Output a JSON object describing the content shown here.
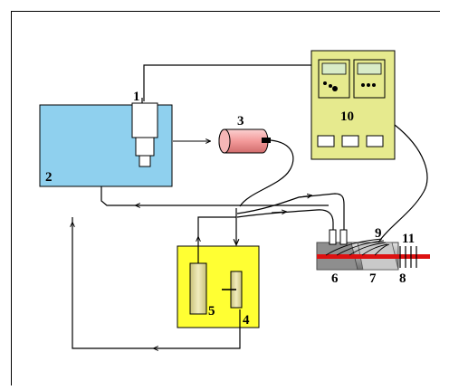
{
  "diagram": {
    "labels": {
      "l1": "1",
      "l2": "2",
      "l3": "3",
      "l4": "4",
      "l5": "5",
      "l6": "6",
      "l7": "7",
      "l8": "8",
      "l9": "9",
      "l10": "10",
      "l11": "11"
    }
  },
  "colors": {
    "tank": "#8fd0ee",
    "controller": "#e6ea8e",
    "bath": "#ffff33",
    "cylinder": "#f5a0a0",
    "lcd": "#d9ecc8",
    "heater_red": "#dd1111",
    "pipe_gray": "#9a9a9a"
  }
}
